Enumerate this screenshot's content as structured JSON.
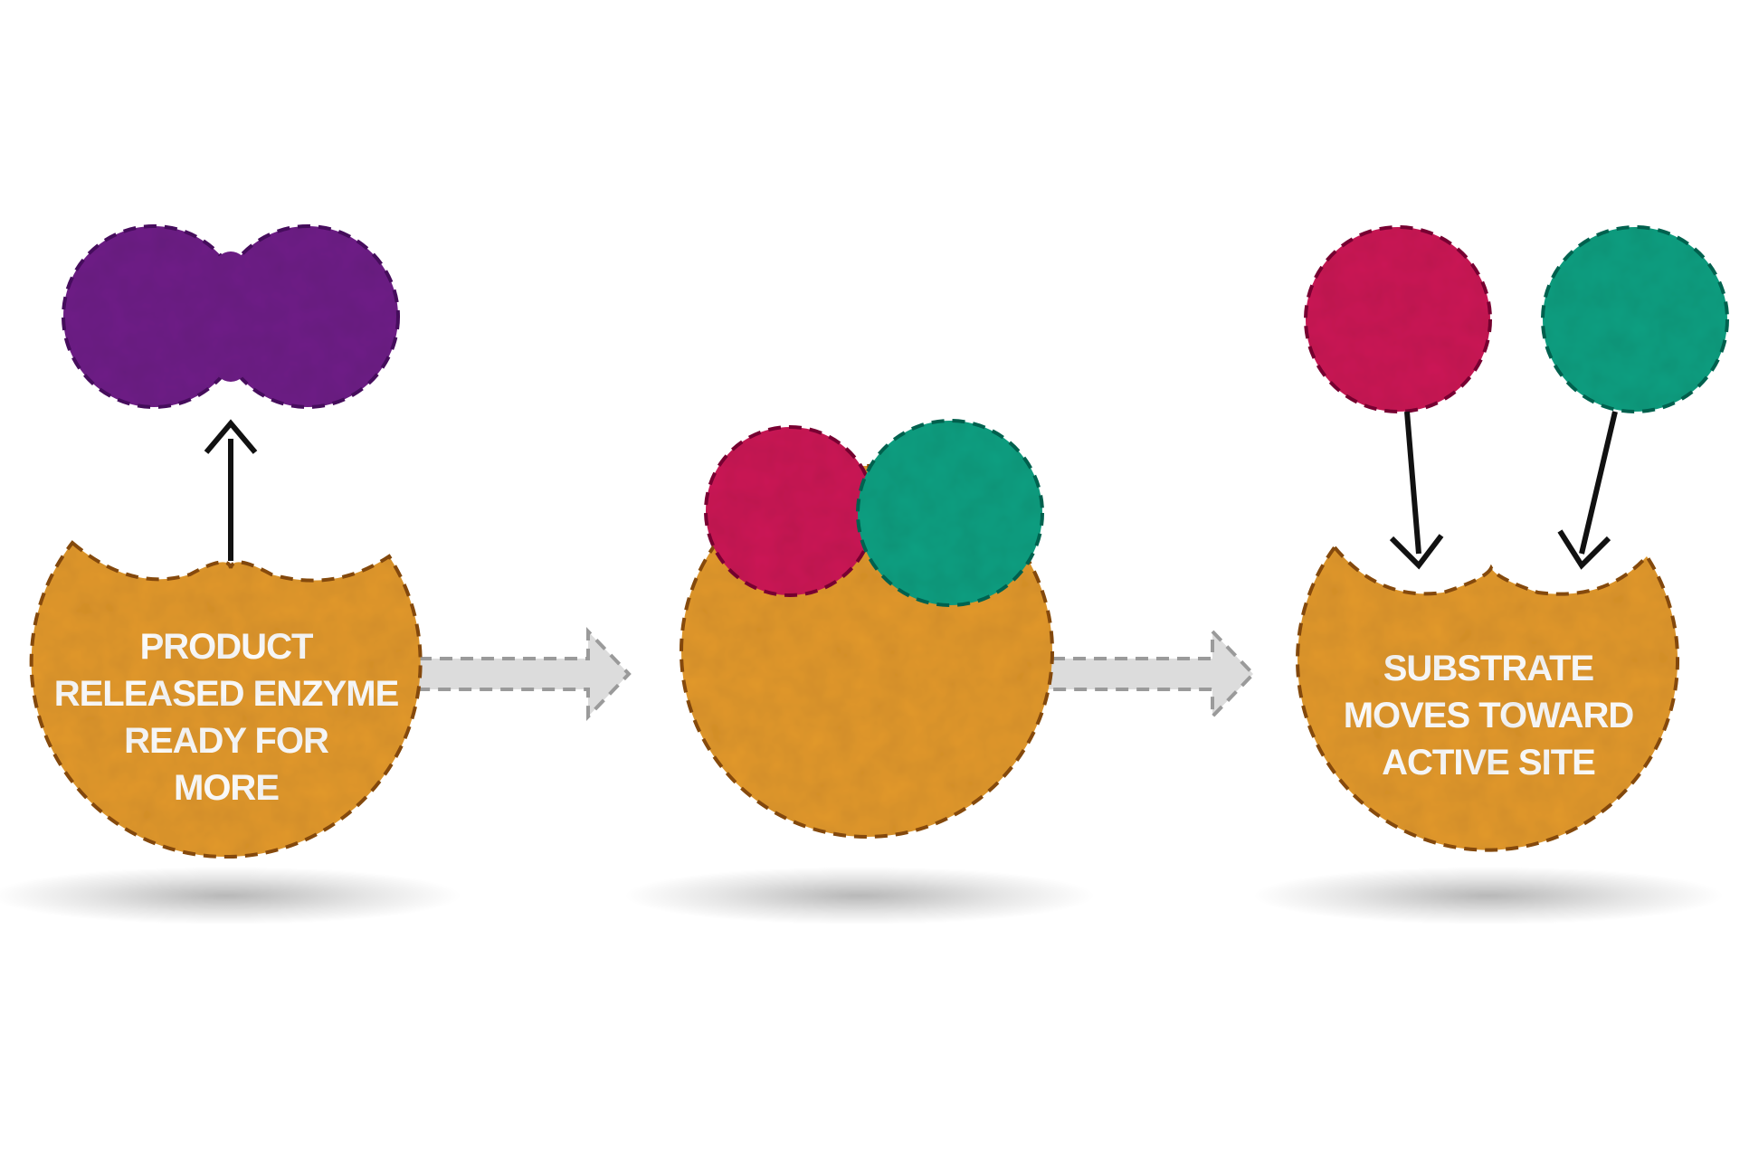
{
  "labels": {
    "product_line1": "PRODUCT",
    "product_line2": "RELEASED ENZYME",
    "product_line3": "READY FOR",
    "product_line4": "MORE",
    "substrate_line1": "SUBSTRATE",
    "substrate_line2": "MOVES TOWARD",
    "substrate_line3": "ACTIVE SITE"
  },
  "colors": {
    "enzyme": "#e39a2f",
    "product": "#6f2288",
    "substrate_a": "#cc1f57",
    "substrate_b": "#17a082",
    "flow_arrow": "#dcdcdc",
    "text": "#ffffff"
  }
}
